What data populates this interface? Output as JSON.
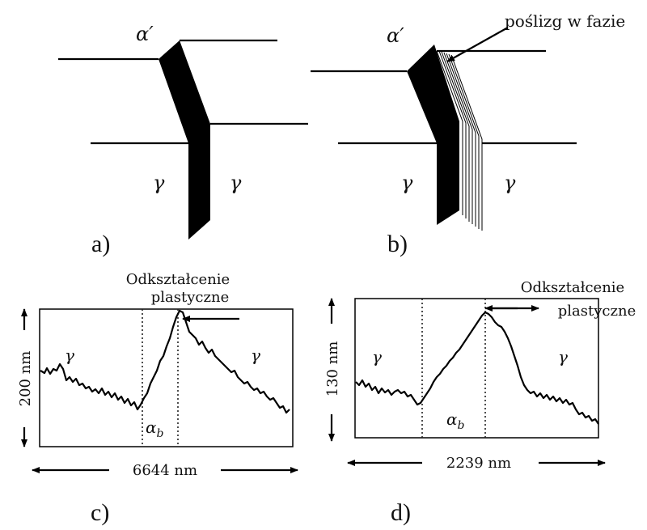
{
  "panels": {
    "a": {
      "letter": "a)",
      "top_phase": "α′",
      "left_phase": "γ",
      "right_phase": "γ"
    },
    "b": {
      "letter": "b)",
      "top_phase": "α′",
      "left_phase": "γ",
      "right_phase": "γ",
      "annotation": "poślizg w fazie"
    },
    "c": {
      "letter": "c)",
      "title_line1": "Odkształcenie",
      "title_line2": "plastyczne",
      "vertical_scale": "200 nm",
      "horizontal_scale": "6644 nm",
      "left_phase": "γ",
      "right_phase": "γ",
      "middle_phase": "α",
      "middle_phase_sub": "b"
    },
    "d": {
      "letter": "d)",
      "title_line1": "Odkształcenie",
      "title_line2": "plastyczne",
      "vertical_scale": "130 nm",
      "horizontal_scale": "2239 nm",
      "left_phase": "γ",
      "right_phase": "γ",
      "middle_phase": "α",
      "middle_phase_sub": "b"
    }
  }
}
